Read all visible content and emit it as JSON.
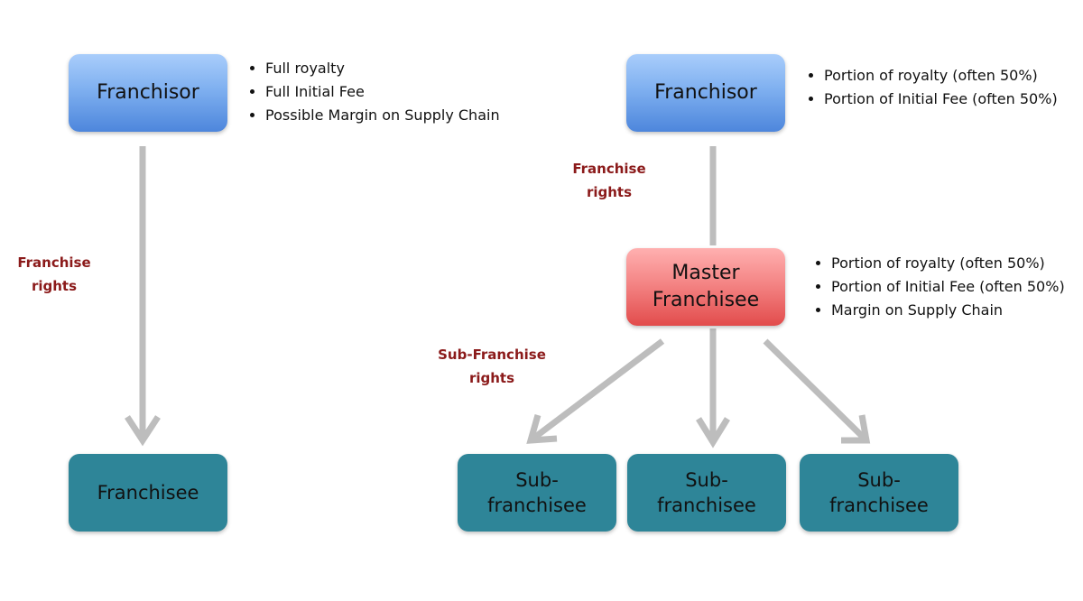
{
  "left": {
    "top_box": "Franchisor",
    "top_bullets": [
      "Full royalty",
      "Full Initial Fee",
      "Possible Margin on  Supply Chain"
    ],
    "arrow_label": "Franchise\nrights",
    "bottom_box": "Franchisee"
  },
  "right": {
    "top_box": "Franchisor",
    "top_bullets": [
      "Portion of royalty (often 50%)",
      "Portion of Initial Fee (often 50%)"
    ],
    "arrow_label": "Franchise\nrights",
    "middle_box": "Master\nFranchisee",
    "middle_bullets": [
      "Portion of royalty (often 50%)",
      "Portion of Initial Fee (often 50%)",
      "Margin on  Supply Chain"
    ],
    "sub_arrow_label": "Sub-Franchise\nrights",
    "sub_boxes": [
      "Sub-\nfranchisee",
      "Sub-\nfranchisee",
      "Sub-\nfranchisee"
    ]
  },
  "colors": {
    "franchisor_box": "#6fa3ec",
    "master_box": "#f07070",
    "franchisee_box": "#2e8598",
    "arrow": "#bdbdbd",
    "label_text": "#8b1a1a"
  }
}
